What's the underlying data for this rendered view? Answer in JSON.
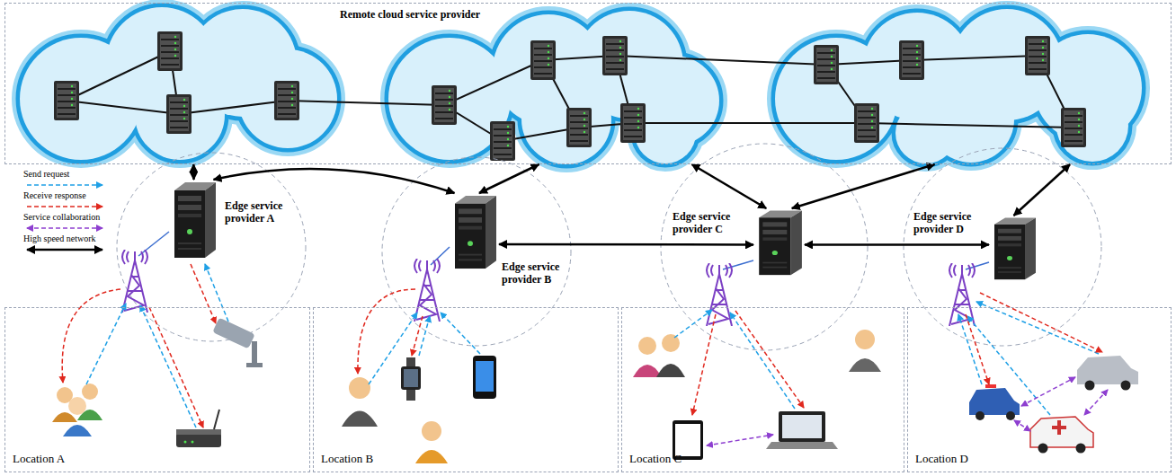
{
  "diagram": {
    "nodes": [
      {
        "text": [
          "Remote cloud service provider"
        ]
      },
      {
        "text": [
          "Edge service provider A"
        ]
      },
      {
        "text": [
          "Edge service provider B"
        ]
      },
      {
        "text": [
          "Edge service provider C"
        ]
      },
      {
        "text": [
          "Edge service provider D"
        ]
      },
      {
        "text": [
          "Location A"
        ]
      },
      {
        "text": [
          "Location B"
        ]
      },
      {
        "text": [
          "Location C"
        ]
      },
      {
        "text": [
          "Location D"
        ]
      }
    ],
    "edges": [
      {
        "from": 0,
        "to": 1,
        "arrow": "both"
      },
      {
        "from": 1,
        "to": 2,
        "arrow": "both"
      },
      {
        "from": 0,
        "to": 2,
        "arrow": "both"
      },
      {
        "from": 2,
        "to": 3,
        "arrow": "both"
      },
      {
        "from": 0,
        "to": 3,
        "arrow": "both"
      },
      {
        "from": 0,
        "to": 3,
        "arrow": "both"
      },
      {
        "from": 3,
        "to": 4,
        "arrow": "both"
      },
      {
        "from": 0,
        "to": 4,
        "arrow": "both"
      }
    ],
    "legend": [
      {
        "text": "Send request"
      },
      {
        "text": "Receive response"
      },
      {
        "text": "Service collaboration"
      },
      {
        "text": "High speed network"
      }
    ]
  }
}
